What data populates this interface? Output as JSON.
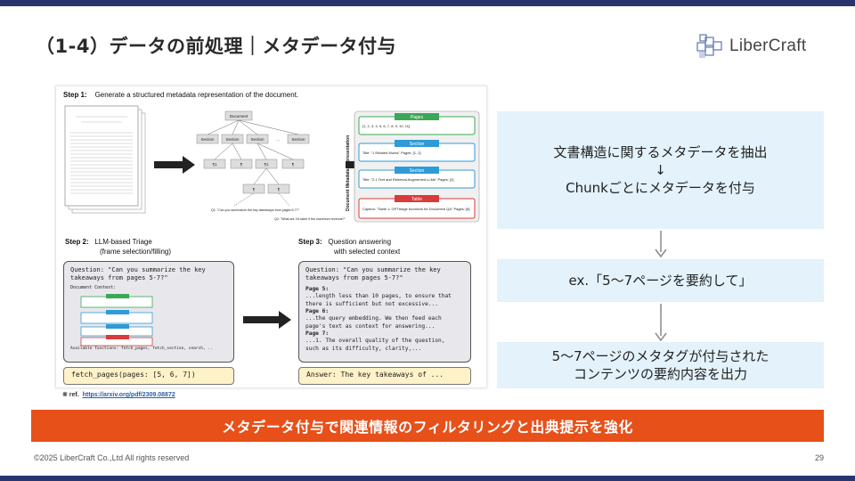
{
  "slide": {
    "title": "（1-4）データの前処理｜メタデータ付与",
    "logo_text": "LiberCraft",
    "page_number": "29",
    "copyright": "©2025 LiberCraft Co.,Ltd All rights reserved"
  },
  "figure": {
    "step1_label": "Step 1:",
    "step1_text": "Generate a structured metadata representation of the document.",
    "step2_label": "Step 2:",
    "step2_text": "LLM-based Triage",
    "step2_sub": "(frame selection/filling)",
    "step3_label": "Step 3:",
    "step3_text": "Question answering",
    "step3_sub": "with selected context",
    "tree": {
      "root": "Document",
      "sections": [
        "Section",
        "Section",
        "Section",
        "Section"
      ],
      "paras": [
        "¶1",
        "¶",
        "¶1",
        "¶"
      ],
      "leaves": [
        "¶",
        "¶"
      ],
      "ellipsis": "...",
      "q1": "Q1: \"Can you summarize the key takeaways from pages 5-7?\"",
      "q2": "Q2: \"What are 1H-table if the maximum revenue?\""
    },
    "meta_label": "Document Metadata Representation",
    "meta_cards": [
      {
        "header": "Pages",
        "body": "[1, 2, 3, 4, 5, 6, 7, 8, 9, 10, 11]",
        "color": "#3aa855"
      },
      {
        "header": "Section",
        "body": "Title: \"1 Related Works\"\nPages: [1, 2]",
        "color": "#2f9bd6"
      },
      {
        "header": "Section",
        "body": "Title: \"2.1 Text and Retrieval Augmented LLMs\"\nPages: [2]",
        "color": "#2f9bd6"
      },
      {
        "header": "Table",
        "body": "Caption: \"Table 1: GPTtriage functions for Document QA\"\nPages: [8]",
        "color": "#d93a3a"
      }
    ],
    "left_question": "Question: \"Can you summarize the key\ntakeaways from pages 5-7?\"",
    "left_context": "Document Context:",
    "left_functions": "Available functions: fetch_pages, fetch_section, search, ..",
    "right_question": "Question: \"Can you summarize the key\ntakeaways from pages 5-7?\"",
    "page5_label": "Page 5:",
    "page5_text": "...length less than 10 pages, to ensure that\nthere is sufficient but not excessive...",
    "page6_label": "Page 6:",
    "page6_text": "...the query embedding. We then feed each\npage's text as context for answering...",
    "page7_label": "Page 7:",
    "page7_text": "...1. The overall quality of the question,\nsuch as its difficulty, clarity,...",
    "call_left": "fetch_pages(pages: [5, 6, 7])",
    "call_right": "Answer: The key takeaways of ..."
  },
  "reference": {
    "prefix": "※ ref.",
    "url": "https://arxiv.org/pdf/2309.08872"
  },
  "flow": {
    "box1_line1": "文書構造に関するメタデータを抽出",
    "box1_arrow": "↓",
    "box1_line2": "Chunkごとにメタデータを付与",
    "box2": "ex.「5〜7ページを要約して」",
    "box3_line1": "5〜7ページのメタタグが付与された",
    "box3_line2": "コンテンツの要約内容を出力"
  },
  "banner": "メタデータ付与で関連情報のフィルタリングと出典提示を強化",
  "colors": {
    "navy": "#29356d",
    "banner": "#e8501a",
    "box_bg": "#e3f2fb",
    "pages_green": "#3aa855",
    "section_blue": "#2f9bd6",
    "table_red": "#d93a3a"
  }
}
